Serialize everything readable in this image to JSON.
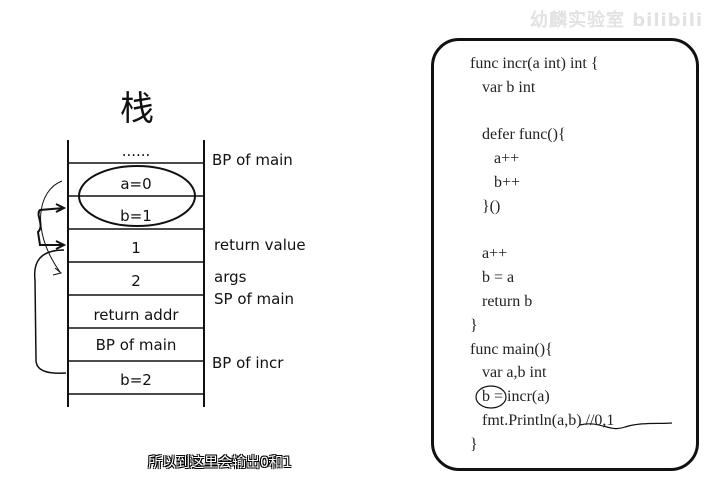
{
  "watermark": "幼麟实验室 bilibili",
  "stack": {
    "title": "栈",
    "cells": [
      "......",
      "a=0",
      "b=1",
      "1",
      "2",
      "return addr",
      "BP of main",
      "b=2"
    ],
    "labels": {
      "bp_of_main": "BP of main",
      "return_value": "return value",
      "args": "args",
      "sp_of_main": "SP of main",
      "bp_of_incr": "BP of incr"
    }
  },
  "code": {
    "lines": [
      "func incr(a int) int {",
      "   var b int",
      "",
      "   defer func(){",
      "      a++",
      "      b++",
      "   }()",
      "",
      "   a++",
      "   b = a",
      "   return b",
      "}",
      "func main(){",
      "   var a,b int",
      "   b = incr(a)",
      "   fmt.Println(a,b) //0,1",
      "}"
    ]
  },
  "subtitle": "所以到这里会输出0和1"
}
